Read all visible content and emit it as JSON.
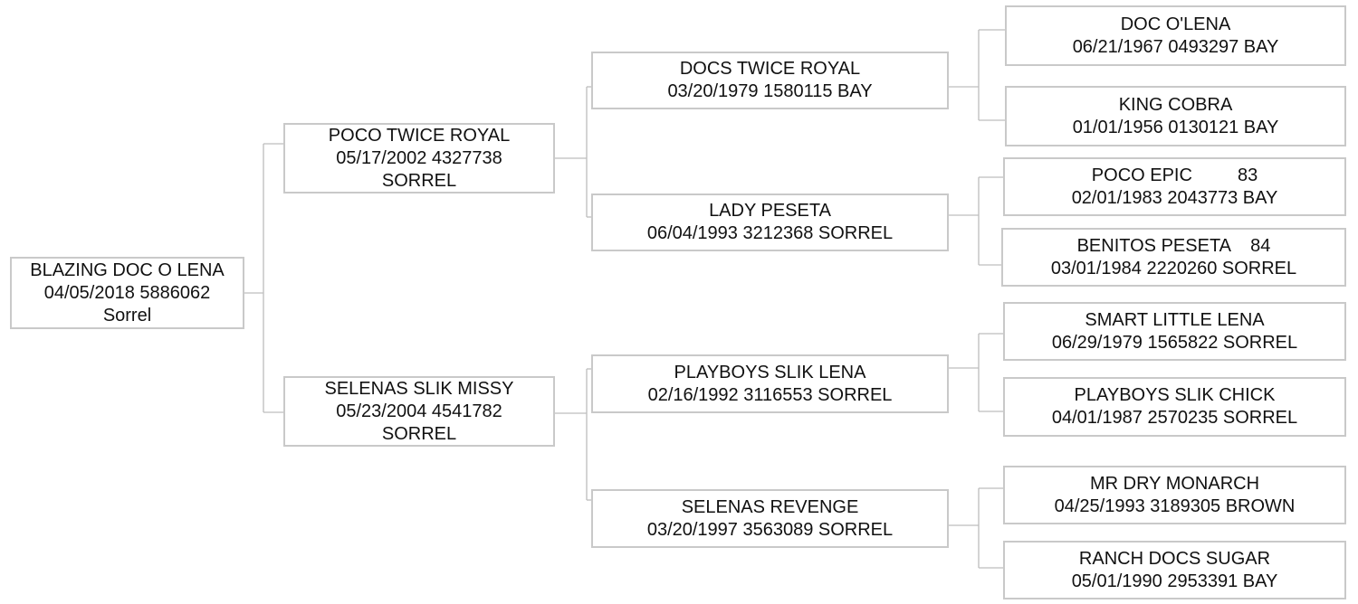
{
  "pedigree": {
    "subject": {
      "name": "BLAZING DOC O LENA",
      "line2": "04/05/2018 5886062",
      "line3": "Sorrel"
    },
    "sire": {
      "name": "POCO TWICE ROYAL",
      "line2": "05/17/2002 4327738",
      "line3": "SORREL"
    },
    "dam": {
      "name": "SELENAS SLIK MISSY",
      "line2": "05/23/2004 4541782",
      "line3": "SORREL"
    },
    "sire_sire": {
      "name": "DOCS TWICE ROYAL",
      "line2": "03/20/1979 1580115 BAY"
    },
    "sire_dam": {
      "name": "LADY PESETA",
      "line2": "06/04/1993 3212368 SORREL"
    },
    "dam_sire": {
      "name": "PLAYBOYS SLIK LENA",
      "line2": "02/16/1992 3116553 SORREL"
    },
    "dam_dam": {
      "name": "SELENAS REVENGE",
      "line2": "03/20/1997 3563089 SORREL"
    },
    "sire_sire_sire": {
      "name": "DOC O'LENA",
      "line2": "06/21/1967 0493297 BAY"
    },
    "sire_sire_dam": {
      "name": "KING COBRA",
      "line2": "01/01/1956 0130121 BAY"
    },
    "sire_dam_sire": {
      "name": "POCO EPIC         83",
      "line2": "02/01/1983 2043773 BAY"
    },
    "sire_dam_dam": {
      "name": "BENITOS PESETA    84",
      "line2": "03/01/1984 2220260 SORREL"
    },
    "dam_sire_sire": {
      "name": "SMART LITTLE LENA",
      "line2": "06/29/1979 1565822 SORREL"
    },
    "dam_sire_dam": {
      "name": "PLAYBOYS SLIK CHICK",
      "line2": "04/01/1987 2570235 SORREL"
    },
    "dam_dam_sire": {
      "name": "MR DRY MONARCH",
      "line2": "04/25/1993 3189305 BROWN"
    },
    "dam_dam_dam": {
      "name": "RANCH DOCS SUGAR",
      "line2": "05/01/1990 2953391 BAY"
    }
  },
  "colors": {
    "box_border": "#c9c9c9",
    "connector": "#bdbdbd",
    "text": "#111111"
  }
}
